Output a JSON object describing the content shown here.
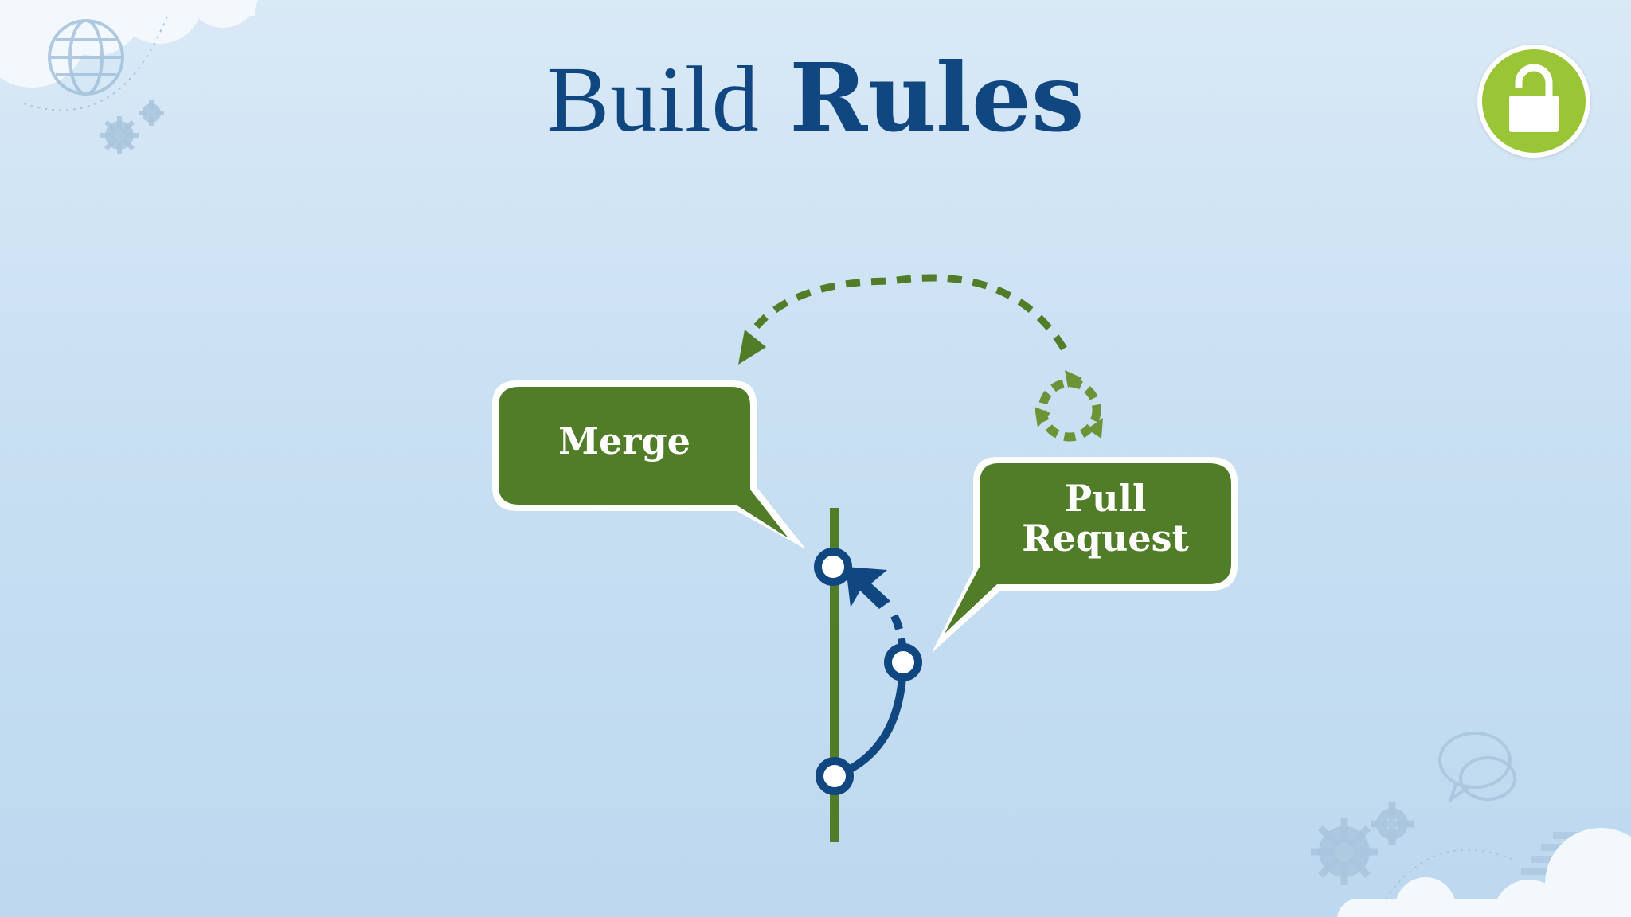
{
  "title": {
    "light": "Build",
    "bold": "Rules"
  },
  "callouts": {
    "merge": "Merge",
    "pull_request": {
      "line1": "Pull",
      "line2": "Request"
    }
  },
  "icons": {
    "lock": "unlock-icon",
    "recycle": "recycle-icon",
    "globe": "globe-icon",
    "gears": "gear-icon",
    "chat": "chat-bubbles-icon"
  },
  "colors": {
    "title": "#114780",
    "branch_green": "#517c28",
    "branch_blue": "#114780",
    "lock_green": "#9ac537",
    "background": "#cfe3f4"
  }
}
